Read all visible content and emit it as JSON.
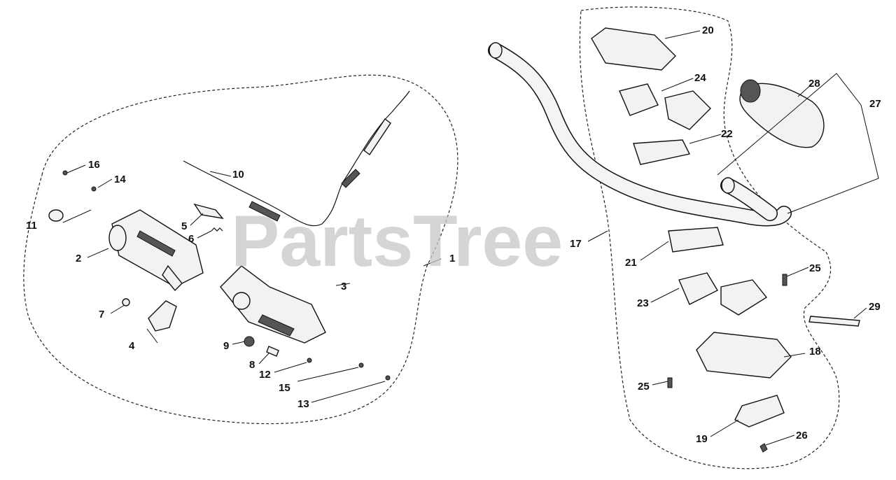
{
  "watermark": "PartsTree",
  "parts": {
    "p1": "1",
    "p2": "2",
    "p3": "3",
    "p4": "4",
    "p5": "5",
    "p6": "6",
    "p7": "7",
    "p8": "8",
    "p9": "9",
    "p10": "10",
    "p11": "11",
    "p12": "12",
    "p13": "13",
    "p14": "14",
    "p15": "15",
    "p16": "16",
    "p17": "17",
    "p18": "18",
    "p19": "19",
    "p20": "20",
    "p21": "21",
    "p22": "22",
    "p23": "23",
    "p24": "24",
    "p25a": "25",
    "p25b": "25",
    "p26": "26",
    "p27": "27",
    "p28": "28",
    "p29": "29"
  }
}
